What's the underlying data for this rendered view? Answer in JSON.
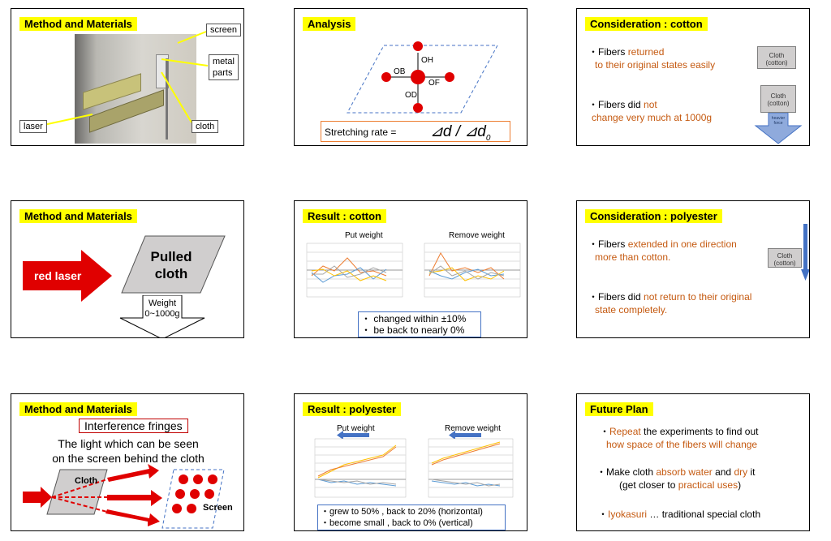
{
  "slides": {
    "s1": {
      "title": "Method and Materials",
      "labels": {
        "screen": "screen",
        "metal": "metal",
        "parts": "parts",
        "laser": "laser",
        "cloth": "cloth"
      }
    },
    "s2": {
      "title": "Analysis",
      "labels": {
        "oh": "OH",
        "ob": "OB",
        "of": "OF",
        "od": "OD"
      },
      "formula_prefix": "Stretching rate  =",
      "formula_expr": "⊿d / ⊿d",
      "formula_sub": "0"
    },
    "s3": {
      "title": "Consideration : cotton",
      "b1_a": "・Fibers ",
      "b1_b": "returned",
      "b1_c": "to their original states easily",
      "b2_a": "・Fibers did ",
      "b2_b": "not",
      "b2_c": "change very much at 1000g",
      "box1_a": "Cloth",
      "box1_b": "(cotton)",
      "box2_a": "Cloth",
      "box2_b": "(cotton)",
      "arrow_a": "heavier",
      "arrow_b": "force"
    },
    "s4": {
      "title": "Method and Materials",
      "laser": "red laser",
      "pulled_a": "Pulled",
      "pulled_b": "cloth",
      "weight_a": "Weight",
      "weight_b": "0~1000g"
    },
    "s5": {
      "title": "Result : cotton",
      "put": "Put weight",
      "remove": "Remove weight",
      "b1": "・ changed within ±10%",
      "b2": "・ be back to nearly 0%"
    },
    "s6": {
      "title": "Consideration : polyester",
      "b1_a": "・Fibers ",
      "b1_b": "extended in one direction",
      "b1_c": "more than cotton.",
      "b2_a": "・Fibers did ",
      "b2_b": "not return to their original",
      "b2_c": "state completely.",
      "box_a": "Cloth",
      "box_b": "(cotton)"
    },
    "s7": {
      "title": "Method and Materials",
      "fringes": "Interference fringes",
      "line1": "The light which can be seen",
      "line2": "on the screen behind the cloth",
      "cloth": "Cloth",
      "screen": "Screen"
    },
    "s8": {
      "title": "Result : polyester",
      "put": "Put weight",
      "remove": "Remove weight",
      "b1": "・grew to 50% , back to 20% (horizontal)",
      "b2": "・become small , back to 0% (vertical)"
    },
    "s9": {
      "title": "Future Plan",
      "b1_a": "・",
      "b1_b": "Repeat",
      "b1_c": " the experiments to find out",
      "b1_d": "how space of the fibers will change",
      "b2_a": "・Make cloth ",
      "b2_b": "absorb water",
      "b2_c": " and ",
      "b2_d": "dry",
      "b2_e": " it",
      "b2_f": "(get closer to ",
      "b2_g": "practical uses",
      "b2_h": ")",
      "b3_a": "・",
      "b3_b": "Iyokasuri",
      "b3_c": " … traditional special cloth"
    }
  },
  "colors": {
    "highlight": "#ffff00",
    "accent_orange": "#c55a11",
    "laser_red": "#e00000",
    "arrow_blue": "#4472c4"
  }
}
